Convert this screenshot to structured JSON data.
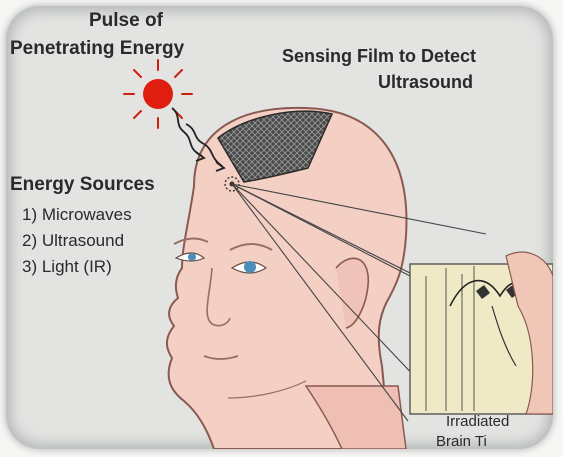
{
  "labels": {
    "pulse_line1": "Pulse of",
    "pulse_line2": "Penetrating Energy",
    "film_line1": "Sensing Film to Detect",
    "film_line2": "Ultrasound",
    "sources_title": "Energy Sources",
    "source_items": [
      "1) Microwaves",
      "2) Ultrasound",
      "3) Light (IR)"
    ],
    "tissue_line1": "Irradiated",
    "tissue_line2": "Brain Ti"
  },
  "colors": {
    "background": "#e3e3e1",
    "skin": "#f3cfc4",
    "skin_outline": "#8a5a52",
    "pulse_red": "#e01e10",
    "film_dark": "#3a3a3a",
    "tissue_bg": "#efe9c6",
    "eye_blue": "#4b8fb8"
  },
  "icons": [
    "pulse-source-icon",
    "sensing-film-mesh",
    "focal-point-icon"
  ]
}
